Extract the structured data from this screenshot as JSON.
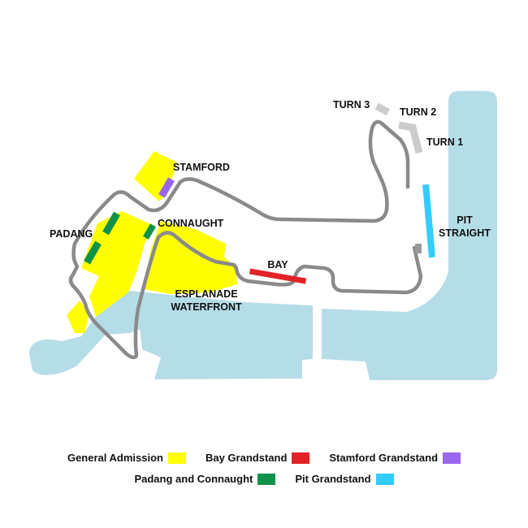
{
  "map": {
    "labels": {
      "turn3": "TURN 3",
      "turn2": "TURN 2",
      "turn1": "TURN 1",
      "pit_straight_line1": "PIT",
      "pit_straight_line2": "STRAIGHT",
      "stamford": "STAMFORD",
      "connaught": "CONNAUGHT",
      "padang": "PADANG",
      "bay": "BAY",
      "esplanade_line1": "ESPLANADE",
      "esplanade_line2": "WATERFRONT"
    },
    "colors": {
      "water": "#b5dde8",
      "track": "#8a8a8a",
      "general_admission": "#ffff00",
      "bay_grandstand": "#e22226",
      "stamford_grandstand": "#9966ee",
      "padang_connaught": "#11924a",
      "pit_grandstand": "#33ccff",
      "turn_markers": "#cccccc"
    }
  },
  "legend": {
    "general_admission": "General Admission",
    "bay_grandstand": "Bay Grandstand",
    "stamford_grandstand": "Stamford Grandstand",
    "padang_connaught": "Padang and Connaught",
    "pit_grandstand": "Pit Grandstand"
  }
}
